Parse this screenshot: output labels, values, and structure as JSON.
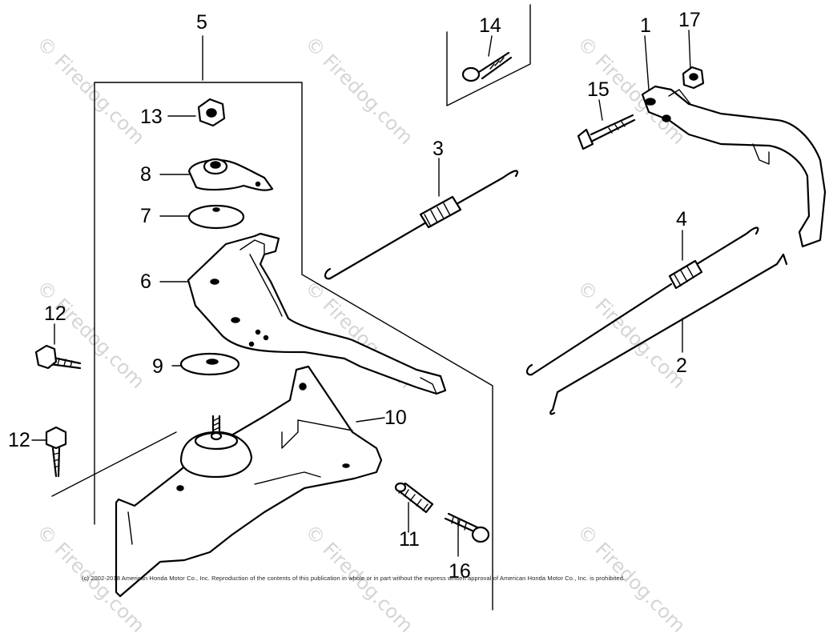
{
  "callouts": {
    "c1": "1",
    "c2": "2",
    "c3": "3",
    "c4": "4",
    "c5": "5",
    "c6": "6",
    "c7": "7",
    "c8": "8",
    "c9": "9",
    "c10": "10",
    "c11": "11",
    "c12a": "12",
    "c12b": "12",
    "c13": "13",
    "c14": "14",
    "c15": "15",
    "c16": "16",
    "c17": "17"
  },
  "watermark": "© Firedog.com",
  "copyright": "(c) 2002-2018 American Honda Motor Co., Inc. Reproduction of the contents of this publication in whole or in part without the express written approval of American Honda Motor Co., Inc. is prohibited."
}
